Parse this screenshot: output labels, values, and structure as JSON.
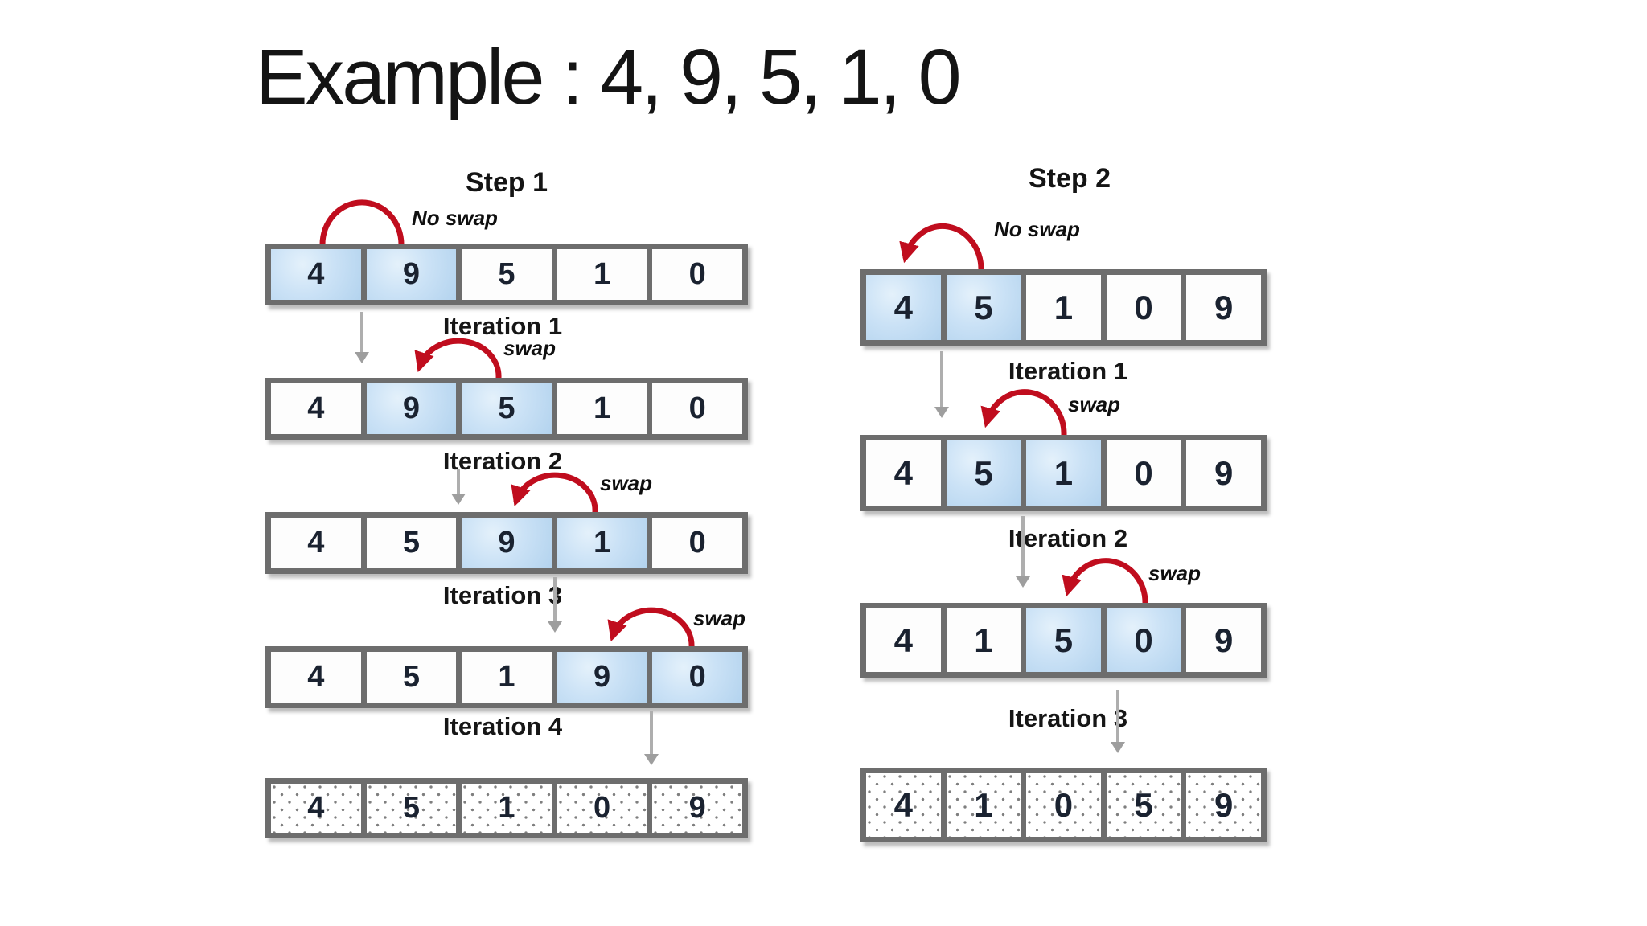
{
  "title": "Example : 4, 9, 5, 1, 0",
  "colors": {
    "swap_arc_red": "#c00d1e",
    "flow_arrow_gray": "#aeaeae",
    "cell_border_gray": "#6d6d6d",
    "highlight_blue": "#b3d3ee",
    "text_black": "#141414"
  },
  "steps": [
    {
      "label": "Step 1",
      "compare_label": "No swap",
      "rows": [
        {
          "cells": [
            "4",
            "9",
            "5",
            "1",
            "0"
          ],
          "highlighted": [
            0,
            1
          ],
          "style": "plain"
        },
        {
          "cells": [
            "4",
            "9",
            "5",
            "1",
            "0"
          ],
          "highlighted": [
            1,
            2
          ],
          "style": "plain"
        },
        {
          "cells": [
            "4",
            "5",
            "9",
            "1",
            "0"
          ],
          "highlighted": [
            2,
            3
          ],
          "style": "plain"
        },
        {
          "cells": [
            "4",
            "5",
            "1",
            "9",
            "0"
          ],
          "highlighted": [
            3,
            4
          ],
          "style": "plain"
        },
        {
          "cells": [
            "4",
            "5",
            "1",
            "0",
            "9"
          ],
          "highlighted": [],
          "style": "dotted"
        }
      ],
      "iterations": [
        {
          "label": "Iteration 1",
          "swap_label": "swap"
        },
        {
          "label": "Iteration 2",
          "swap_label": "swap"
        },
        {
          "label": "Iteration 3",
          "swap_label": "swap"
        },
        {
          "label": "Iteration 4"
        }
      ]
    },
    {
      "label": "Step 2",
      "compare_label": "No swap",
      "rows": [
        {
          "cells": [
            "4",
            "5",
            "1",
            "0",
            "9"
          ],
          "highlighted": [
            0,
            1
          ],
          "style": "plain"
        },
        {
          "cells": [
            "4",
            "5",
            "1",
            "0",
            "9"
          ],
          "highlighted": [
            1,
            2
          ],
          "style": "plain"
        },
        {
          "cells": [
            "4",
            "1",
            "5",
            "0",
            "9"
          ],
          "highlighted": [
            2,
            3
          ],
          "style": "plain"
        },
        {
          "cells": [
            "4",
            "1",
            "0",
            "5",
            "9"
          ],
          "highlighted": [],
          "style": "dotted"
        }
      ],
      "iterations": [
        {
          "label": "Iteration 1",
          "swap_label": "swap"
        },
        {
          "label": "Iteration 2",
          "swap_label": "swap"
        },
        {
          "label": "Iteration 3"
        }
      ]
    }
  ]
}
